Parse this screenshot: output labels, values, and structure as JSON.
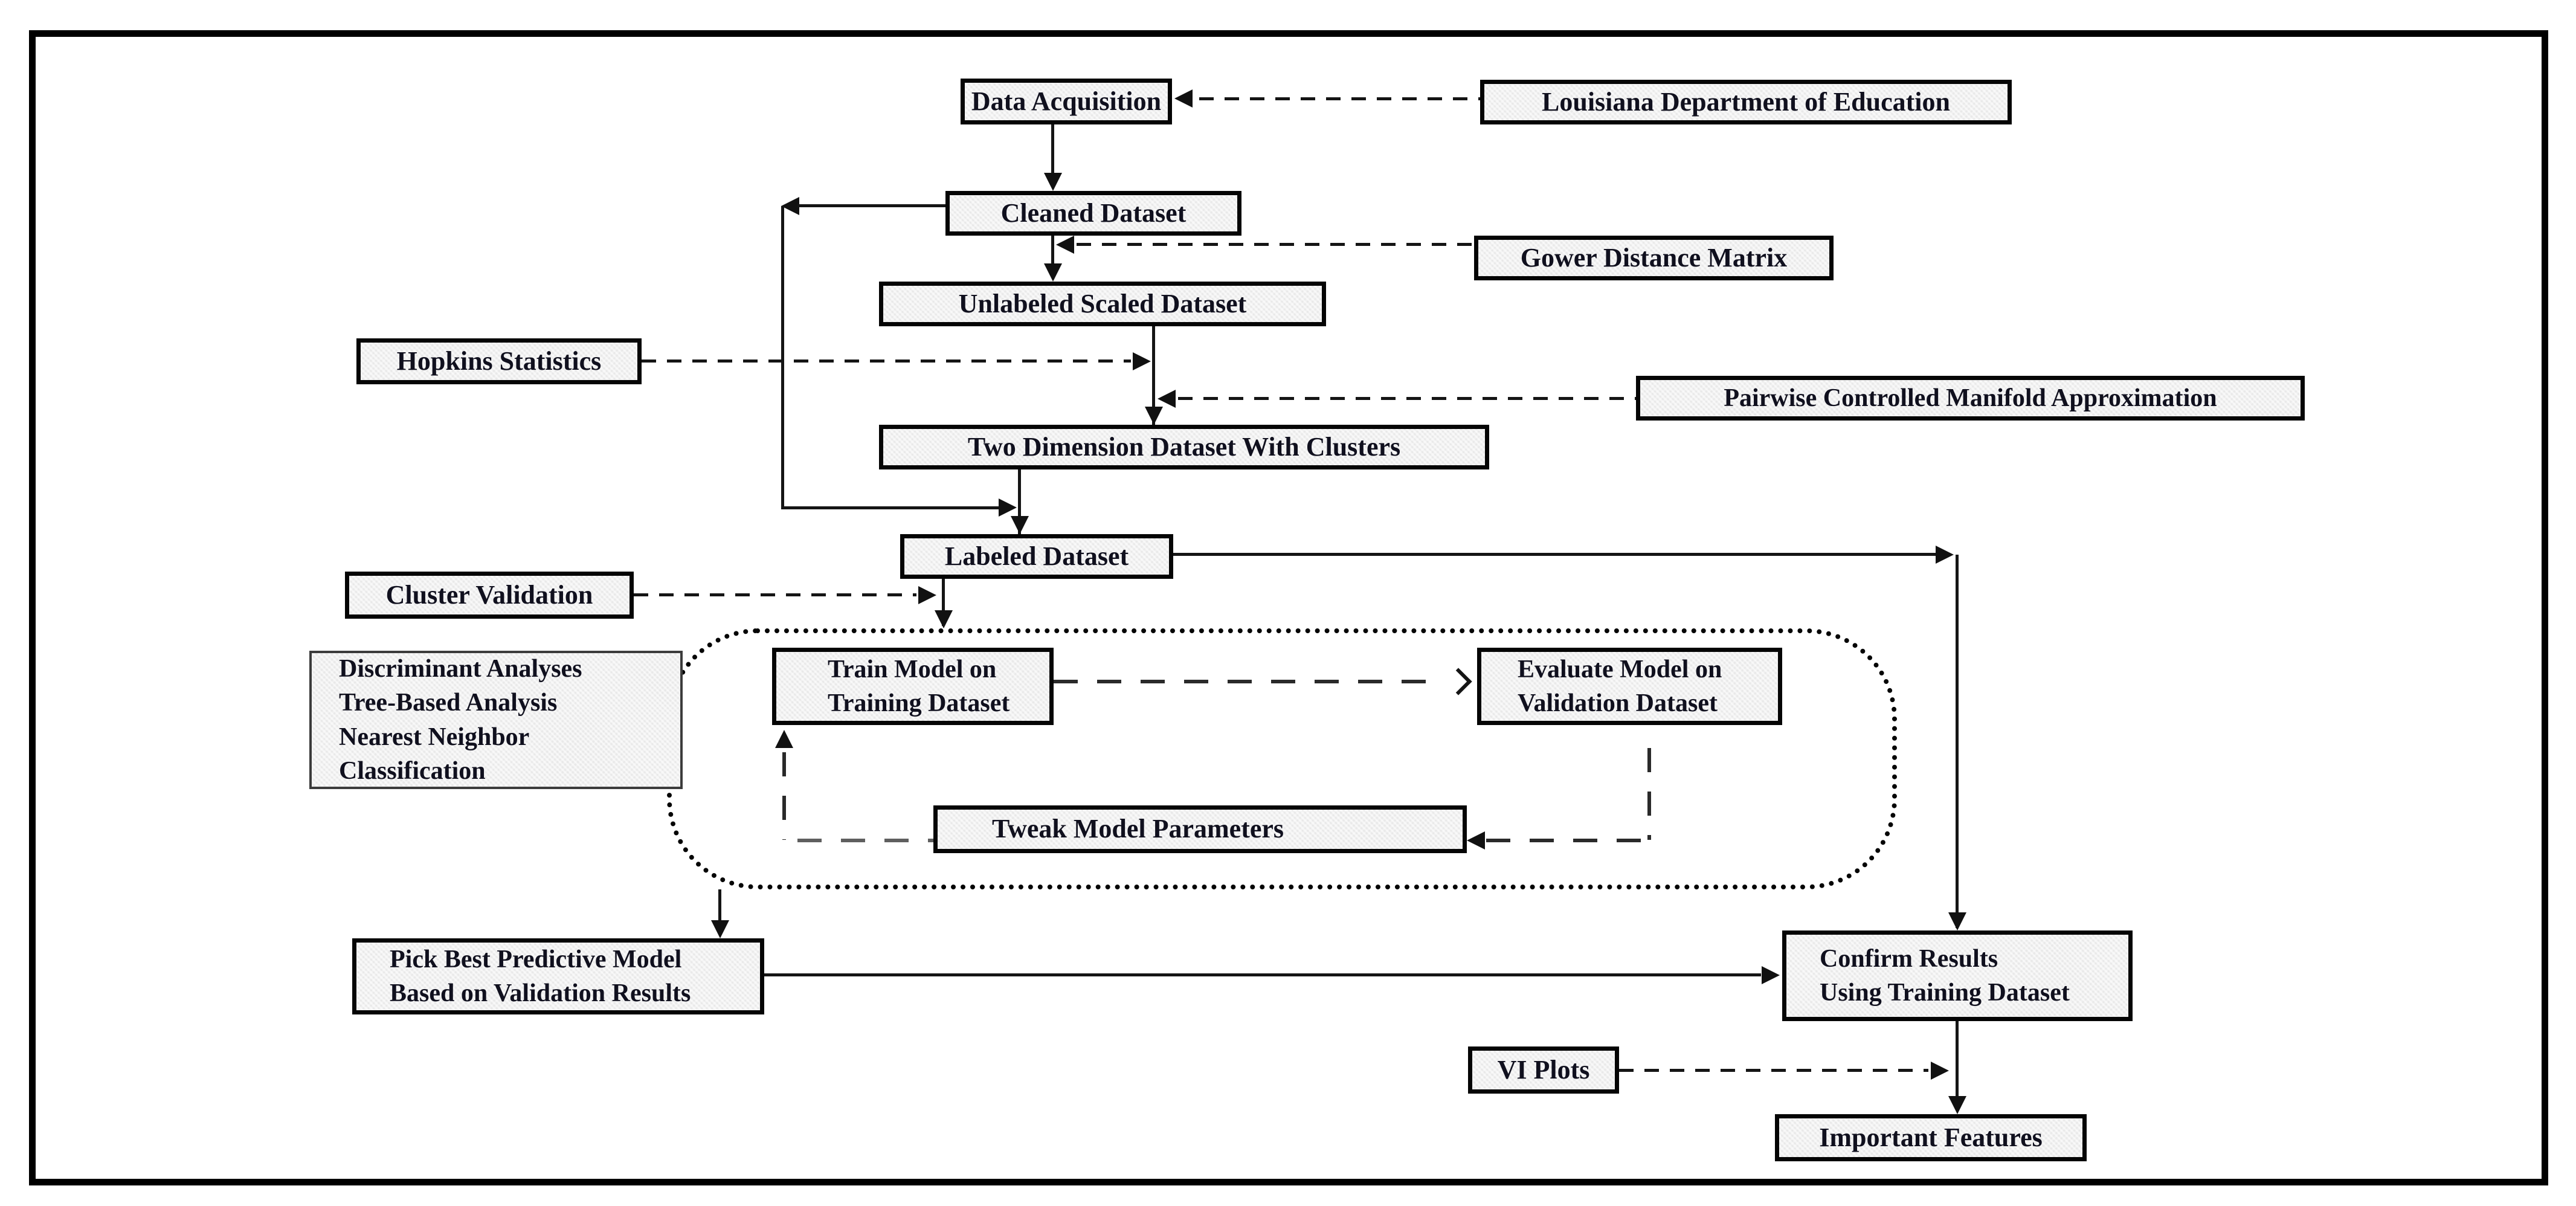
{
  "diagram": {
    "type": "flowchart",
    "colors": {
      "background": "#ffffff",
      "frame_border": "#000000",
      "box_fill": "#e9e9e9",
      "box_border": "#050505",
      "text": "#10101e",
      "line": "#151515"
    },
    "nodes": {
      "data_acquisition": {
        "label": "Data Acquisition"
      },
      "ldoe": {
        "label": "Louisiana Department of Education"
      },
      "cleaned": {
        "label": "Cleaned Dataset"
      },
      "gower": {
        "label": "Gower Distance Matrix"
      },
      "unlabeled": {
        "label": "Unlabeled Scaled Dataset"
      },
      "hopkins": {
        "label": "Hopkins Statistics"
      },
      "pacmap": {
        "label": "Pairwise Controlled Manifold Approximation"
      },
      "twodim": {
        "label": "Two Dimension Dataset With Clusters"
      },
      "labeled": {
        "label": "Labeled Dataset"
      },
      "cluster_validation": {
        "label": "Cluster Validation"
      },
      "methods": {
        "lines": [
          "Discriminant Analyses",
          "Tree-Based Analysis",
          "Nearest Neighbor",
          "Classification"
        ]
      },
      "train": {
        "lines": [
          "Train Model on",
          "Training Dataset"
        ]
      },
      "evaluate": {
        "lines": [
          "Evaluate Model on",
          "Validation Dataset"
        ]
      },
      "tweak": {
        "label": "Tweak Model Parameters"
      },
      "pick_best": {
        "lines": [
          "Pick Best Predictive Model",
          "Based on Validation Results"
        ]
      },
      "confirm": {
        "lines": [
          "Confirm Results",
          "Using Training Dataset"
        ]
      },
      "vi_plots": {
        "label": "VI Plots"
      },
      "important": {
        "label": "Important Features"
      }
    },
    "edges": [
      {
        "from": "ldoe",
        "to": "data_acquisition",
        "style": "dashed"
      },
      {
        "from": "data_acquisition",
        "to": "cleaned",
        "style": "solid"
      },
      {
        "from": "gower",
        "to": "cleaned-unlabeled-link",
        "style": "dashed"
      },
      {
        "from": "cleaned",
        "to": "unlabeled",
        "style": "solid"
      },
      {
        "from": "hopkins",
        "to": "unlabeled-twodim-link",
        "style": "dashed"
      },
      {
        "from": "pacmap",
        "to": "unlabeled-twodim-link",
        "style": "dashed"
      },
      {
        "from": "unlabeled",
        "to": "twodim",
        "style": "solid"
      },
      {
        "from": "twodim",
        "to": "labeled",
        "style": "solid"
      },
      {
        "from": "cleaned",
        "to": "twodim-labeled-link",
        "style": "solid-elbow"
      },
      {
        "from": "cluster_validation",
        "to": "labeled-loop-link",
        "style": "dashed"
      },
      {
        "from": "labeled",
        "to": "model-loop",
        "style": "solid"
      },
      {
        "from": "labeled",
        "to": "confirm",
        "style": "solid-elbow"
      },
      {
        "from": "train",
        "to": "evaluate",
        "style": "long-dashed"
      },
      {
        "from": "evaluate",
        "to": "tweak",
        "style": "long-dashed-elbow"
      },
      {
        "from": "tweak",
        "to": "train",
        "style": "long-dashed-elbow"
      },
      {
        "from": "model-loop",
        "to": "pick_best",
        "style": "solid"
      },
      {
        "from": "pick_best",
        "to": "confirm",
        "style": "solid"
      },
      {
        "from": "confirm",
        "to": "important",
        "style": "solid"
      },
      {
        "from": "vi_plots",
        "to": "confirm-important-link",
        "style": "dashed"
      }
    ]
  }
}
